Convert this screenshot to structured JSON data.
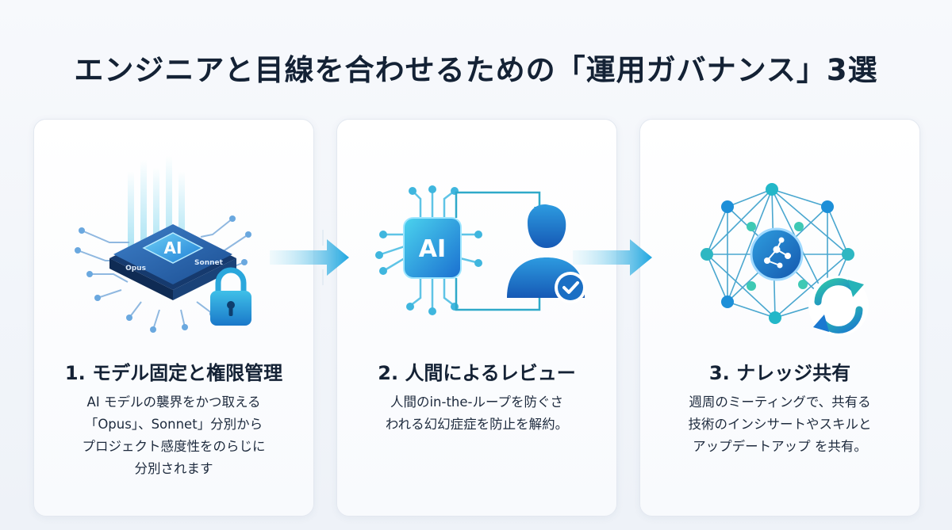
{
  "title": "エンジニアと目線を合わせるための「運用ガバナンス」3選",
  "cards": [
    {
      "title": "1. モデル固定と権限管理",
      "chip_label": "AI",
      "chip_sub1": "Opus",
      "chip_sub2": "Sonnet",
      "desc": [
        "AI モデルの襲界をかつ取える",
        "「Opus」、Sonnet」分別から",
        "プロジェクト感度性をのらじに",
        "分別されます"
      ]
    },
    {
      "title": "2. 人間によるレビュー",
      "chip_label": "AI",
      "desc": [
        "人間のin-the-ループを防ぐさ",
        "われる幻幻症症を防止を解約。"
      ]
    },
    {
      "title": "3. ナレッジ共有",
      "desc": [
        "週周のミーティングで、共有る",
        "技術のインシサートやスキルと",
        "アップデートアップ  を共有。"
      ]
    }
  ],
  "colors": {
    "accent_blue": "#1f7fd6",
    "accent_cyan": "#34c3e0",
    "accent_teal": "#2fbfa0",
    "title": "#142235"
  }
}
